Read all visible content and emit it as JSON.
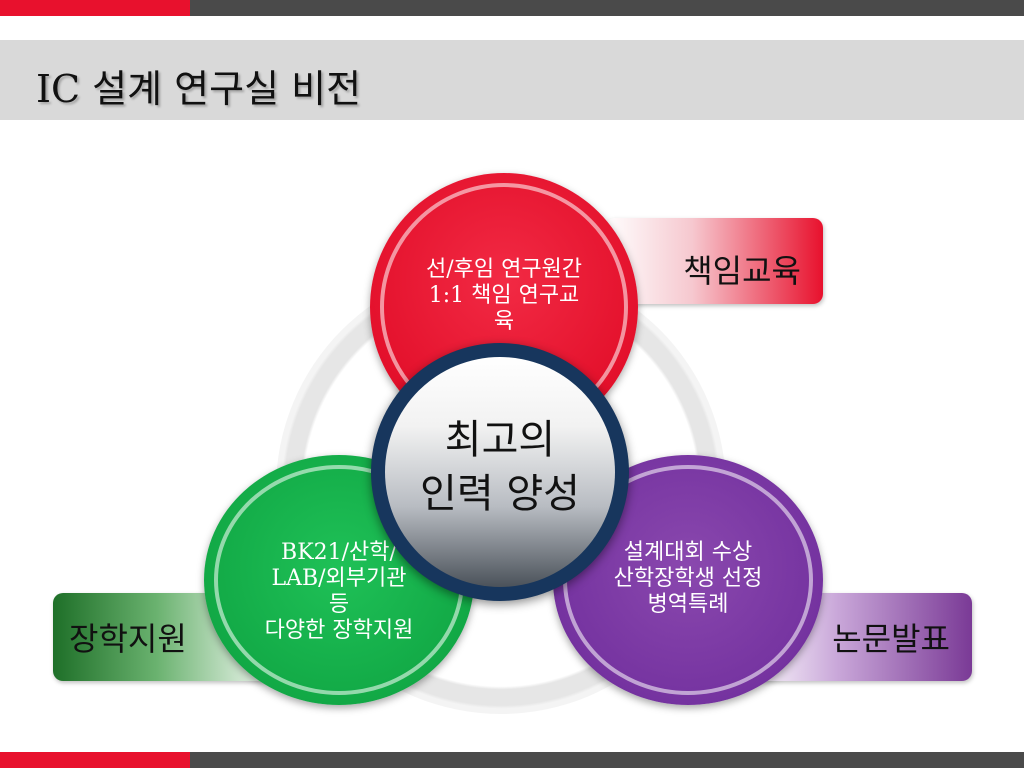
{
  "title": "IC 설계 연구실 비전",
  "center": {
    "line1": "최고의",
    "line2": "인력 양성"
  },
  "nodes": {
    "red": {
      "tab": "책임교육",
      "lines": [
        "선/후임 연구원간",
        "1:1 책임 연구교",
        "육"
      ]
    },
    "green": {
      "tab": "장학지원",
      "lines": [
        "BK21/산학/",
        "LAB/외부기관",
        "등",
        "다양한 장학지원"
      ]
    },
    "purple": {
      "tab": "논문발표",
      "lines": [
        "설계대회 수상",
        "산학장학생 선정",
        "병역특례"
      ]
    }
  },
  "colors": {
    "accent_red": "#e8112d",
    "green": "#12a946",
    "purple": "#7533a0",
    "center_ring": "#17365d",
    "bar": "#4a4a4a"
  }
}
